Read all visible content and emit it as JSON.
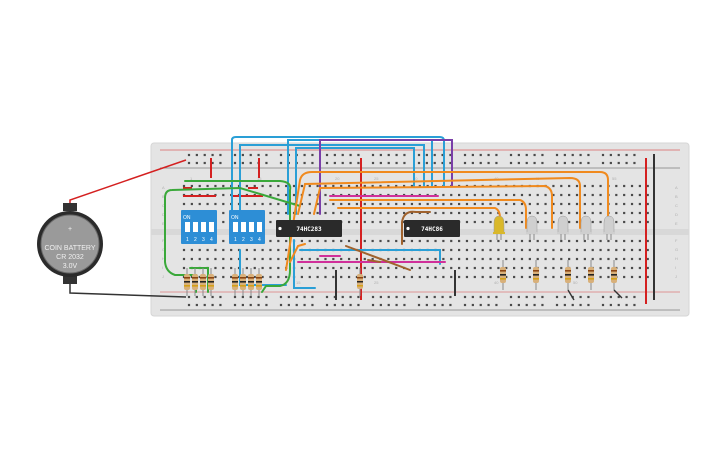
{
  "battery": {
    "line1": "COIN BATTERY",
    "line2": "CR 2032",
    "line3": "3.0V",
    "plus": "+"
  },
  "chips": [
    {
      "label": "74HC283"
    },
    {
      "label": "74HC86"
    }
  ],
  "dip_switches": [
    {
      "on_label": "ON",
      "numbers": [
        "1",
        "2",
        "3",
        "4"
      ]
    },
    {
      "on_label": "ON",
      "numbers": [
        "1",
        "2",
        "3",
        "4"
      ]
    }
  ],
  "breadboard": {
    "column_numbers": [
      "1",
      "5",
      "10",
      "15",
      "20",
      "25",
      "30",
      "35",
      "40",
      "45",
      "50",
      "55",
      "60"
    ],
    "rows_top": [
      "A",
      "B",
      "C",
      "D",
      "E"
    ],
    "rows_bottom": [
      "F",
      "G",
      "H",
      "I",
      "J"
    ]
  },
  "colors": {
    "board": "#e4e4e4",
    "hole": "#4a4a4a",
    "rail_red": "#d42020",
    "rail_black": "#222222",
    "chip": "#2a2a2a",
    "dip": "#2d8ed6",
    "wire_blue": "#2a9fd6",
    "wire_orange": "#f08a1e",
    "wire_green": "#3aa83a",
    "wire_purple": "#7a3ea8",
    "wire_magenta": "#d0309a",
    "wire_brown": "#a0622d",
    "wire_red": "#d42020",
    "wire_black": "#333333",
    "led_off": "#cfcfcf",
    "led_yellow": "#d9b82b"
  },
  "leds": [
    {
      "color": "led_yellow"
    },
    {
      "color": "led_off"
    },
    {
      "color": "led_off"
    },
    {
      "color": "led_off"
    },
    {
      "color": "led_off"
    }
  ]
}
